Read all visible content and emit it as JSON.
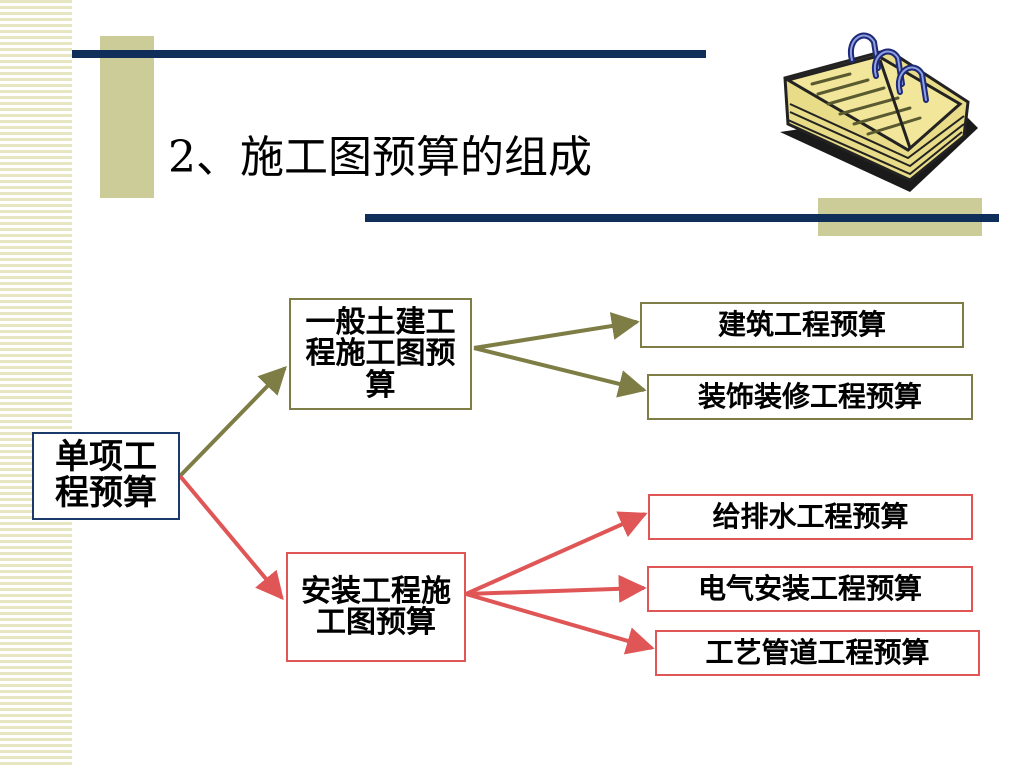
{
  "title": "2、施工图预算的组成",
  "diagram": {
    "root": {
      "label": "单项工程预算"
    },
    "branches": [
      {
        "label": "一般土建工程施工图预算",
        "children": [
          "建筑工程预算",
          "装饰装修工程预算"
        ]
      },
      {
        "label": "安装工程施工图预算",
        "children": [
          "给排水工程预算",
          "电气安装工程预算",
          "工艺管道工程预算"
        ]
      }
    ]
  },
  "colors": {
    "rule": "#0f2e5a",
    "accent": "#cccc99",
    "olive_connector": "#7d7d45",
    "red_connector": "#e05555"
  },
  "icons": {
    "clipart": "notebook-icon"
  }
}
